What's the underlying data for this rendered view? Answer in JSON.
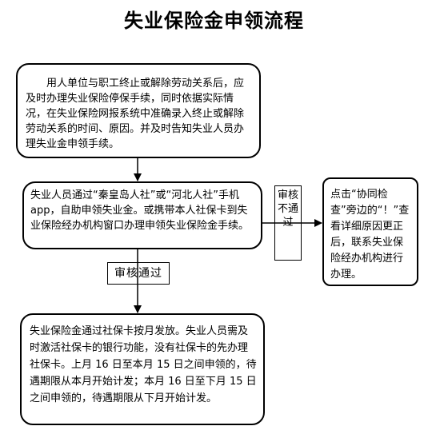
{
  "title": "失业保险金申领流程",
  "steps": {
    "step1": "用人单位与职工终止或解除劳动关系后，应及时办理失业保险停保手续，同时依据实际情况，在失业保险网报系统中准确录入终止或解除劳动关系的时间、原因。并及时告知失业人员办理失业金申领手续。",
    "step2": "失业人员通过“秦皇岛人社”或“河北人社”手机 app，自助申领失业金。或携带本人社保卡到失业保险经办机构窗口办理申领失业保险金手续。",
    "step3": "失业保险金通过社保卡按月发放。失业人员需及时激活社保卡的银行功能，没有社保卡的先办理社保卡。上月 16 日至本月 15 日之间申领的，待遇期限从本月开始计发；本月 16 日至下月 15 日之间申领的，待遇期限从下月开始计发。",
    "reject_action": "点击“协同检查”旁边的“！”查看详细原因更正后，联系失业保险经办机构进行办理。"
  },
  "labels": {
    "rejected": "审核不通过",
    "approved": "审核通过"
  }
}
